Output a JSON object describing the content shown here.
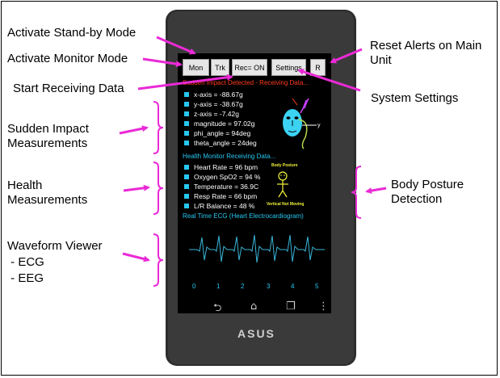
{
  "annotations": {
    "standby": "Activate Stand-by Mode",
    "monitor": "Activate Monitor Mode",
    "receiving": "Start Receiving Data",
    "reset": "Reset Alerts on Main\nUnit",
    "settings": "System Settings",
    "impact": "Sudden Impact\nMeasurements",
    "health": "Health\nMeasurements",
    "posture": "Body Posture\nDetection",
    "waveform": "Waveform Viewer\n - ECG\n - EEG"
  },
  "app": {
    "buttons": {
      "mon": "Mon",
      "trk": "Trk",
      "rec": "Rec= ON",
      "settings": "Settings",
      "reset": "R"
    },
    "impact_header": "Sudden Impact Detected - Receiving Data...",
    "impact_items": [
      "x-axis = -88.67g",
      "y-axis = -38.67g",
      "z-axis = -7.42g",
      "magnitude = 97.02g",
      "phi_angle = 94deg",
      "theta_angle = 24deg"
    ],
    "health_header": "Health Monitor Receiving Data...",
    "health_items": [
      "Heart Rate  = 96 bpm",
      "Oxygen SpO2 =  94 %",
      "Temperature = 36.9C",
      "Resp Rate = 66 bpm",
      "L/R Balance = 48 %"
    ],
    "posture_title": "Body Posture",
    "posture_status": "Vertical Not Moving",
    "axis_y": "y",
    "ecg_header": "Real Time ECG (Heart Electrocardiogram)",
    "ticks": [
      "0",
      "1",
      "2",
      "3",
      "4",
      "5"
    ],
    "brand": "ASUS"
  },
  "colors": {
    "arrow": "#ea2ad6",
    "screen_bg": "#000000",
    "accent_cyan": "#27c8f0",
    "alert_red": "#ff3c1e",
    "posture_yellow": "#f2f23a"
  }
}
